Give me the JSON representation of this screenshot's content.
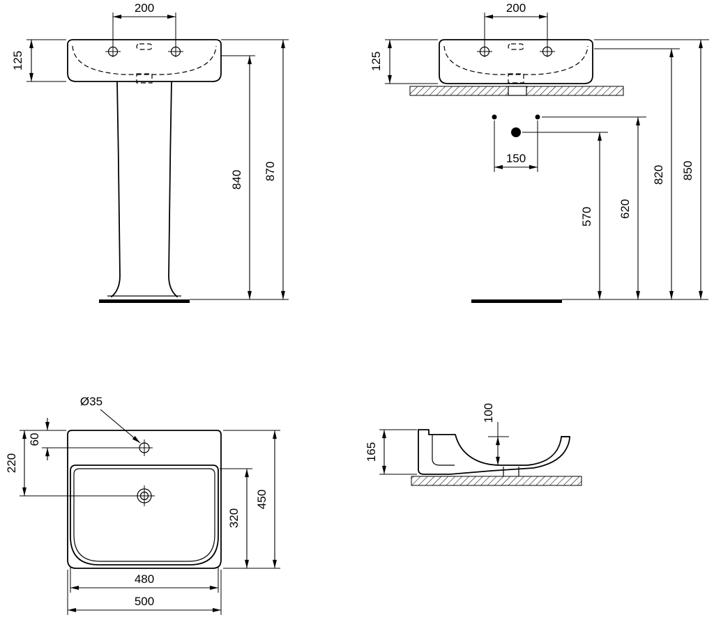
{
  "colors": {
    "line": "#000000",
    "background": "#ffffff"
  },
  "views": {
    "front": {
      "dims": {
        "tap_spacing": "200",
        "basin_height": "125",
        "underside_height": "840",
        "overall_height": "870"
      }
    },
    "installation": {
      "dims": {
        "tap_spacing": "200",
        "basin_height": "125",
        "fixing_spacing": "150",
        "trap_height": "570",
        "fixing_height": "620",
        "deck_height": "820",
        "rim_height": "850"
      }
    },
    "plan": {
      "dims": {
        "tap_hole_diameter": "Ø35",
        "back_to_drain": "220",
        "back_to_tap": "60",
        "bowl_depth": "320",
        "overall_depth": "450",
        "bowl_width": "480",
        "overall_width": "500"
      }
    },
    "section": {
      "dims": {
        "bowl_depth": "100",
        "height": "165"
      }
    }
  }
}
